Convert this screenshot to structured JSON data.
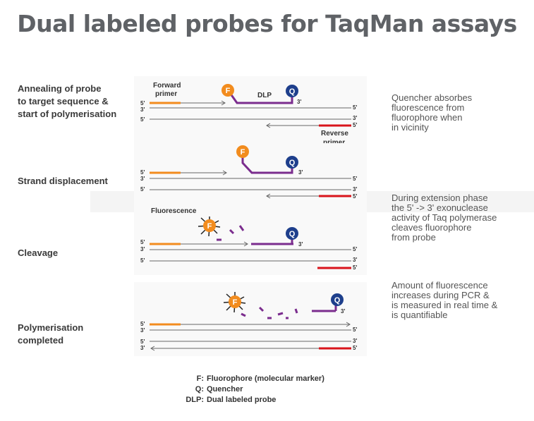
{
  "title": "Dual labeled probes for TaqMan assays",
  "stages": [
    {
      "label_lines": [
        "Annealing of probe",
        "to target sequence &",
        "start of polymerisation"
      ]
    },
    {
      "label_lines": [
        "Strand displacement"
      ]
    },
    {
      "label_lines": [
        "Cleavage"
      ]
    },
    {
      "label_lines": [
        "Polymerisation",
        "completed"
      ]
    }
  ],
  "notes": [
    {
      "lines": [
        "Quencher absorbes",
        "fluorescence from",
        "fluorophore when",
        "in vicinity"
      ]
    },
    {
      "lines": [
        "During extension phase",
        "the 5' -> 3' exonuclease",
        "activity of Taq polymerase",
        "cleaves fluorophore",
        "from probe"
      ]
    },
    {
      "lines": [
        "Amount of fluorescence",
        "increases during PCR &",
        "is measured in real time &",
        "is quantifiable"
      ]
    }
  ],
  "diagram": {
    "forward_primer_lines": [
      "Forward",
      "primer"
    ],
    "reverse_primer_lines": [
      "Reverse",
      "primer"
    ],
    "dlp_label": "DLP",
    "fluorescence_label": "Fluorescence",
    "fluorophore_letter": "F",
    "quencher_letter": "Q",
    "five_prime": "5'",
    "three_prime": "3'"
  },
  "legend": [
    {
      "key": "F:",
      "text": "Fluorophore (molecular marker)"
    },
    {
      "key": "Q:",
      "text": "Quencher"
    },
    {
      "key": "DLP:",
      "text": "Dual labeled probe"
    }
  ],
  "colors": {
    "fluorophore": "#f28c1e",
    "quencher": "#1e3f8c",
    "probe": "#7b2d8e",
    "reverse_primer": "#d9141b",
    "strand": "#666666"
  }
}
